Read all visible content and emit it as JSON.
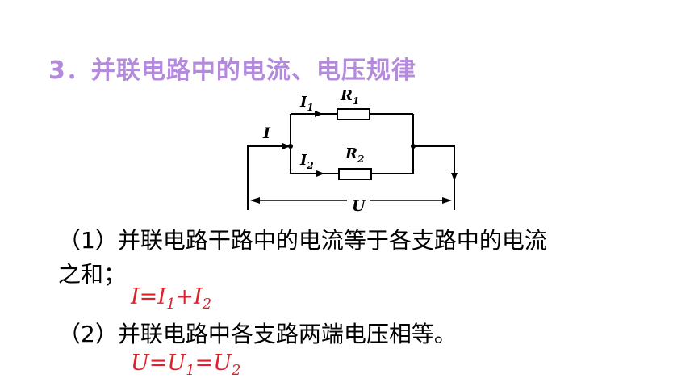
{
  "heading": "3．并联电路中的电流、电压规律",
  "circuit": {
    "main_current": "I",
    "branch1_current": "I",
    "branch1_current_sub": "1",
    "branch1_resistor": "R",
    "branch1_resistor_sub": "1",
    "branch2_current": "I",
    "branch2_current_sub": "2",
    "branch2_resistor": "R",
    "branch2_resistor_sub": "2",
    "voltage": "U"
  },
  "rule1": {
    "line1": "（1）并联电路干路中的电流等于各支路中的电流",
    "line2": "之和；",
    "formula": {
      "lhs": "I",
      "eq": "=",
      "t1": "I",
      "t1_sub": "1",
      "plus": "+",
      "t2": "I",
      "t2_sub": "2"
    }
  },
  "rule2": {
    "line": "（2）并联电路中各支路两端电压相等。",
    "formula": {
      "lhs": "U",
      "eq1": "=",
      "t1": "U",
      "t1_sub": "1",
      "eq2": "=",
      "t2": "U",
      "t2_sub": "2"
    }
  },
  "colors": {
    "heading": "#b48bdc",
    "formula": "#e0202a",
    "text": "#000000"
  }
}
